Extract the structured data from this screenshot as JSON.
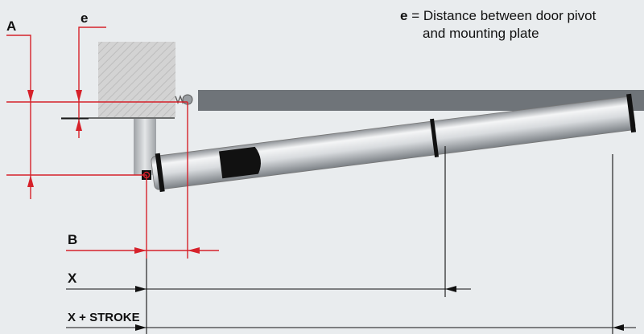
{
  "labels": {
    "a": "A",
    "e": "e",
    "b": "B",
    "x": "X",
    "x_stroke": "X + STROKE"
  },
  "note": {
    "key": "e",
    "eq": " = Distance between door pivot",
    "line2": "and mounting plate"
  },
  "colors": {
    "dimension_red": "#d6212a",
    "background": "#e9ecee",
    "door_gray": "#6f7479",
    "wall_hatch": "#c9c9c9"
  }
}
